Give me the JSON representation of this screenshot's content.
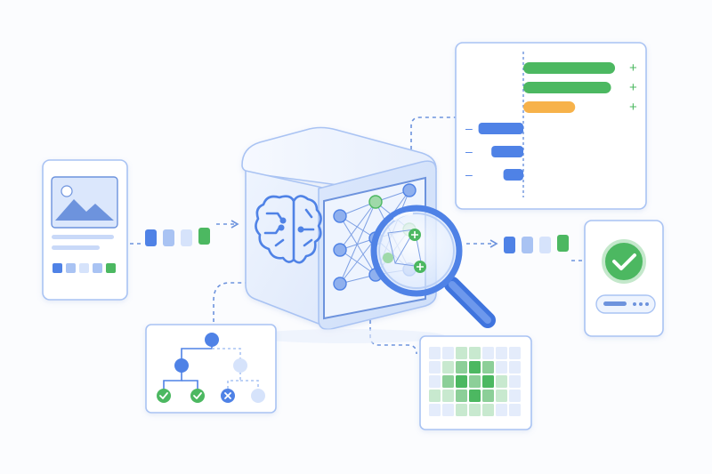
{
  "colors": {
    "blue": "#4f82e6",
    "blue_light": "#a9c3f3",
    "blue_pale": "#d6e3fb",
    "green": "#4cb861",
    "green_light": "#9fd9a9",
    "orange": "#f7b24a",
    "panel_border": "#a9c3f3",
    "panel_fill": "#ffffff"
  },
  "input_card": {
    "icon": "image-icon",
    "feature_tokens": [
      "blue",
      "blue-light",
      "blue-pale",
      "blue-light",
      "green"
    ]
  },
  "input_stream": [
    "blue",
    "blue-light",
    "blue-pale",
    "green"
  ],
  "model_box": {
    "front_icon": "brain-circuit-icon",
    "network_icon": "neural-network-icon",
    "lens_icon": "magnifying-glass-icon"
  },
  "attribution_chart": {
    "positive_bars": [
      {
        "value": 0.92,
        "color": "green",
        "sign": "+"
      },
      {
        "value": 0.88,
        "color": "green",
        "sign": "+"
      },
      {
        "value": 0.52,
        "color": "orange",
        "sign": "+"
      }
    ],
    "negative_bars": [
      {
        "value": 0.45,
        "color": "blue",
        "sign": "–"
      },
      {
        "value": 0.32,
        "color": "blue",
        "sign": "–"
      },
      {
        "value": 0.2,
        "color": "blue",
        "sign": "–"
      }
    ]
  },
  "output_stream": [
    "blue",
    "blue-light",
    "blue-pale",
    "green"
  ],
  "result_card": {
    "icon": "check-circle-icon"
  },
  "decision_tree": {
    "leaves": [
      {
        "icon": "check-icon",
        "status": "green"
      },
      {
        "icon": "check-icon",
        "status": "green"
      },
      {
        "icon": "x-icon",
        "status": "blue"
      },
      {
        "icon": "node-icon",
        "status": "pale"
      }
    ]
  },
  "heatmap": {
    "rows": [
      [
        0,
        0,
        1,
        1,
        0,
        0,
        0
      ],
      [
        0,
        1,
        2,
        3,
        2,
        0,
        0
      ],
      [
        0,
        2,
        3,
        2,
        3,
        1,
        0
      ],
      [
        1,
        1,
        2,
        3,
        2,
        1,
        0
      ],
      [
        0,
        0,
        1,
        1,
        1,
        0,
        0
      ]
    ]
  }
}
